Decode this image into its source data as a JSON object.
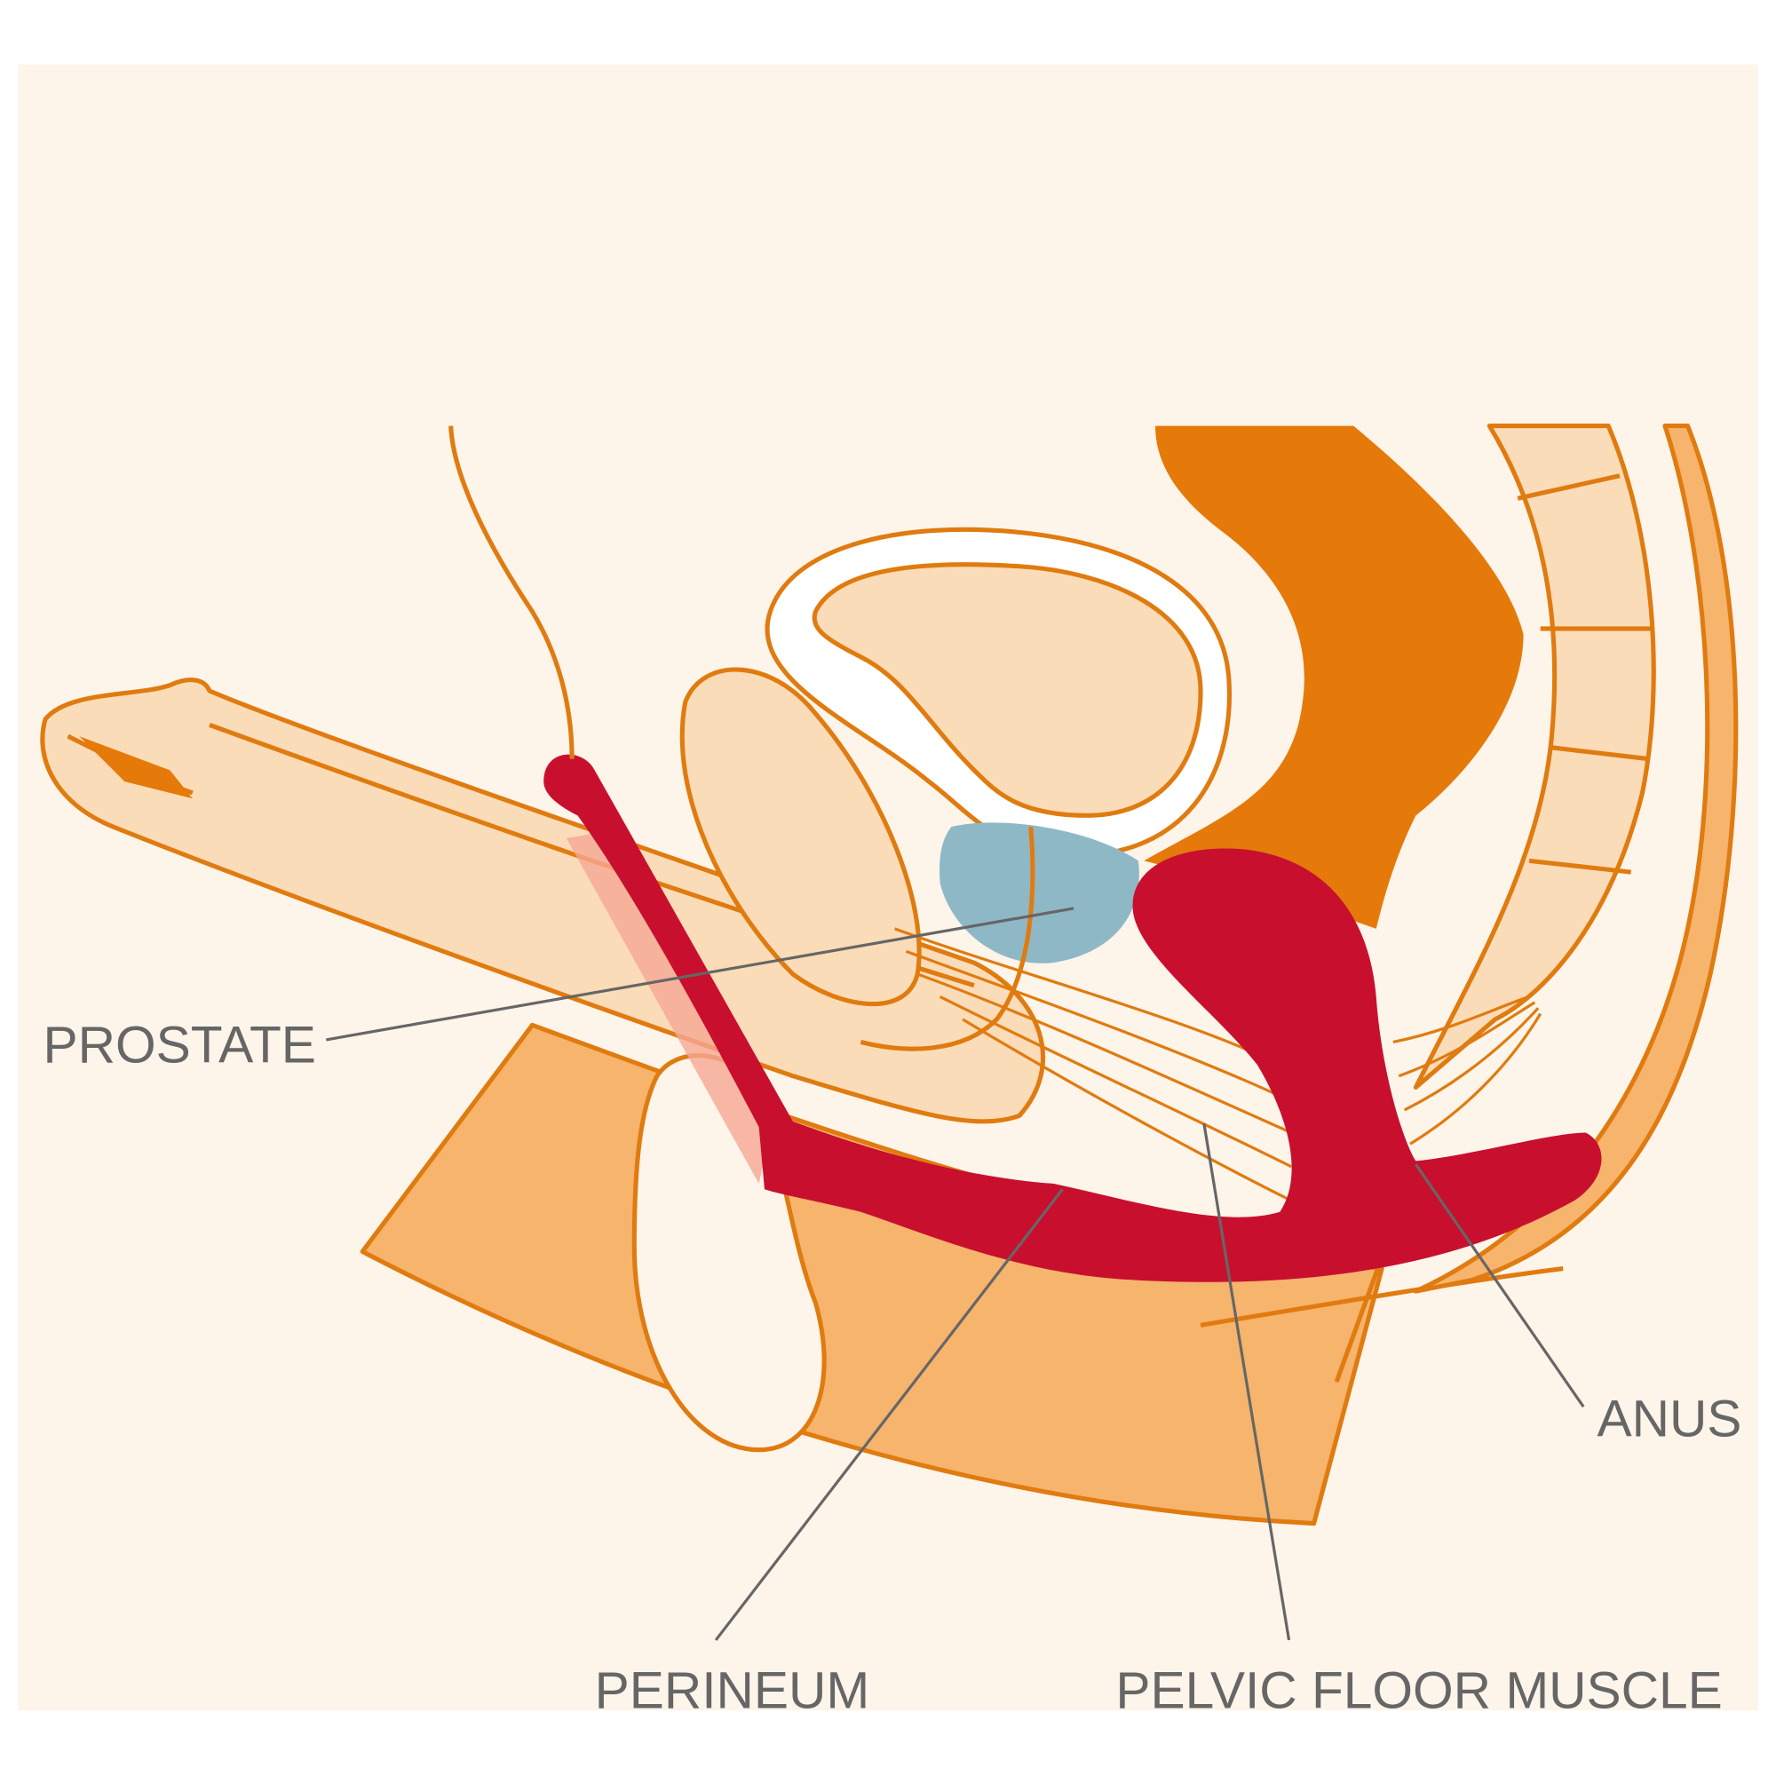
{
  "labels": {
    "prostate": "PROSTATE",
    "perineum": "PERINEUM",
    "pelvic_floor": "PELVIC FLOOR MUSCLE",
    "anus": "ANUS"
  },
  "colors": {
    "background": "#fdf4ea",
    "skin_light": "#fbdcb8",
    "skin_mid": "#f6b46c",
    "outline": "#e07b10",
    "rectum": "#e57a0a",
    "muscle_red": "#c8102e",
    "prostate_blue": "#8fb8c6",
    "leader_line": "#666666"
  }
}
